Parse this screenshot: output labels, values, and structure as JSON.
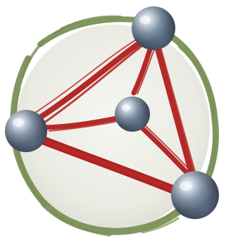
{
  "illustration": {
    "subject": "tetrahedron-network-logo",
    "colors": {
      "background": "#ffffff",
      "disc_fill": "#e8e8e0",
      "ring_stroke": "#7a8f55",
      "edge_red": "#b01e1e",
      "sphere_dark": "#43505f",
      "sphere_mid": "#7f8e9f",
      "sphere_light": "#f4f7fb"
    },
    "nodes": [
      "top-right",
      "left",
      "center",
      "bottom-right"
    ],
    "edges": [
      [
        "top-right",
        "left"
      ],
      [
        "top-right",
        "center"
      ],
      [
        "top-right",
        "bottom-right"
      ],
      [
        "left",
        "center"
      ],
      [
        "left",
        "bottom-right"
      ],
      [
        "center",
        "bottom-right"
      ]
    ]
  }
}
